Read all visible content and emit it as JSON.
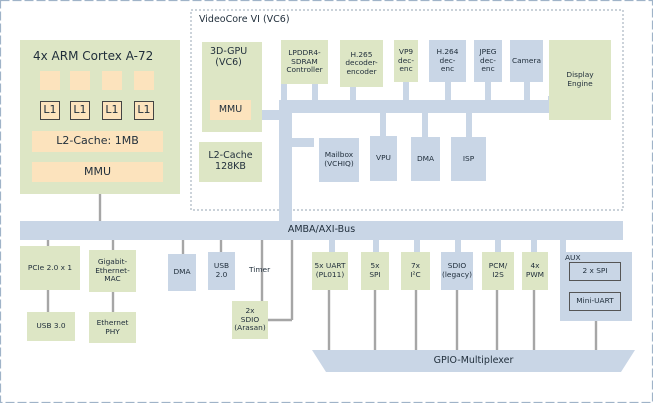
{
  "vc_title": "VideoCore VI (VC6)",
  "arm": {
    "title": "4x ARM Cortex A-72",
    "l1": [
      "L1",
      "L1",
      "L1",
      "L1"
    ],
    "l2": "L2-Cache: 1MB",
    "mmu": "MMU"
  },
  "gpu": {
    "title": "3D-GPU\n(VC6)",
    "mmu": "MMU"
  },
  "gpu_l2": "L2-Cache\n128KB",
  "vc_units": {
    "lpddr4": "LPDDR4-\nSDRAM\nController",
    "h265": "H.265\ndecoder-\nencoder",
    "vp9": "VP9\ndec-\nenc",
    "h264": "H.264\ndec-\nenc",
    "jpeg": "JPEG\ndec-\nenc",
    "camera": "Camera",
    "display": "Display\nEngine",
    "mailbox": "Mailbox\n(VCHIQ)",
    "vpu": "VPU",
    "dma": "DMA",
    "isp": "ISP"
  },
  "bus": "AMBA/AXI-Bus",
  "periph": {
    "pcie": "PCIe 2.0 x 1",
    "usb3": "USB 3.0",
    "gbe": "Gigabit-\nEthernet-\nMAC",
    "phy": "Ethernet\nPHY",
    "dma": "DMA",
    "usb2": "USB\n2.0",
    "timer": "Timer",
    "sdio": "2x\nSDIO\n(Arasan)",
    "uart": "5x UART\n(PL011)",
    "spi": "5x\nSPI",
    "i2c": "7x\nI²C",
    "sdio_legacy": "SDIO\n(legacy)",
    "pcm": "PCM/\nI2S",
    "pwm": "4x\nPWM",
    "aux": "AUX",
    "aux_spi": "2 x SPI",
    "aux_uart": "Mini-UART"
  },
  "gpio": "GPIO-Multiplexer"
}
